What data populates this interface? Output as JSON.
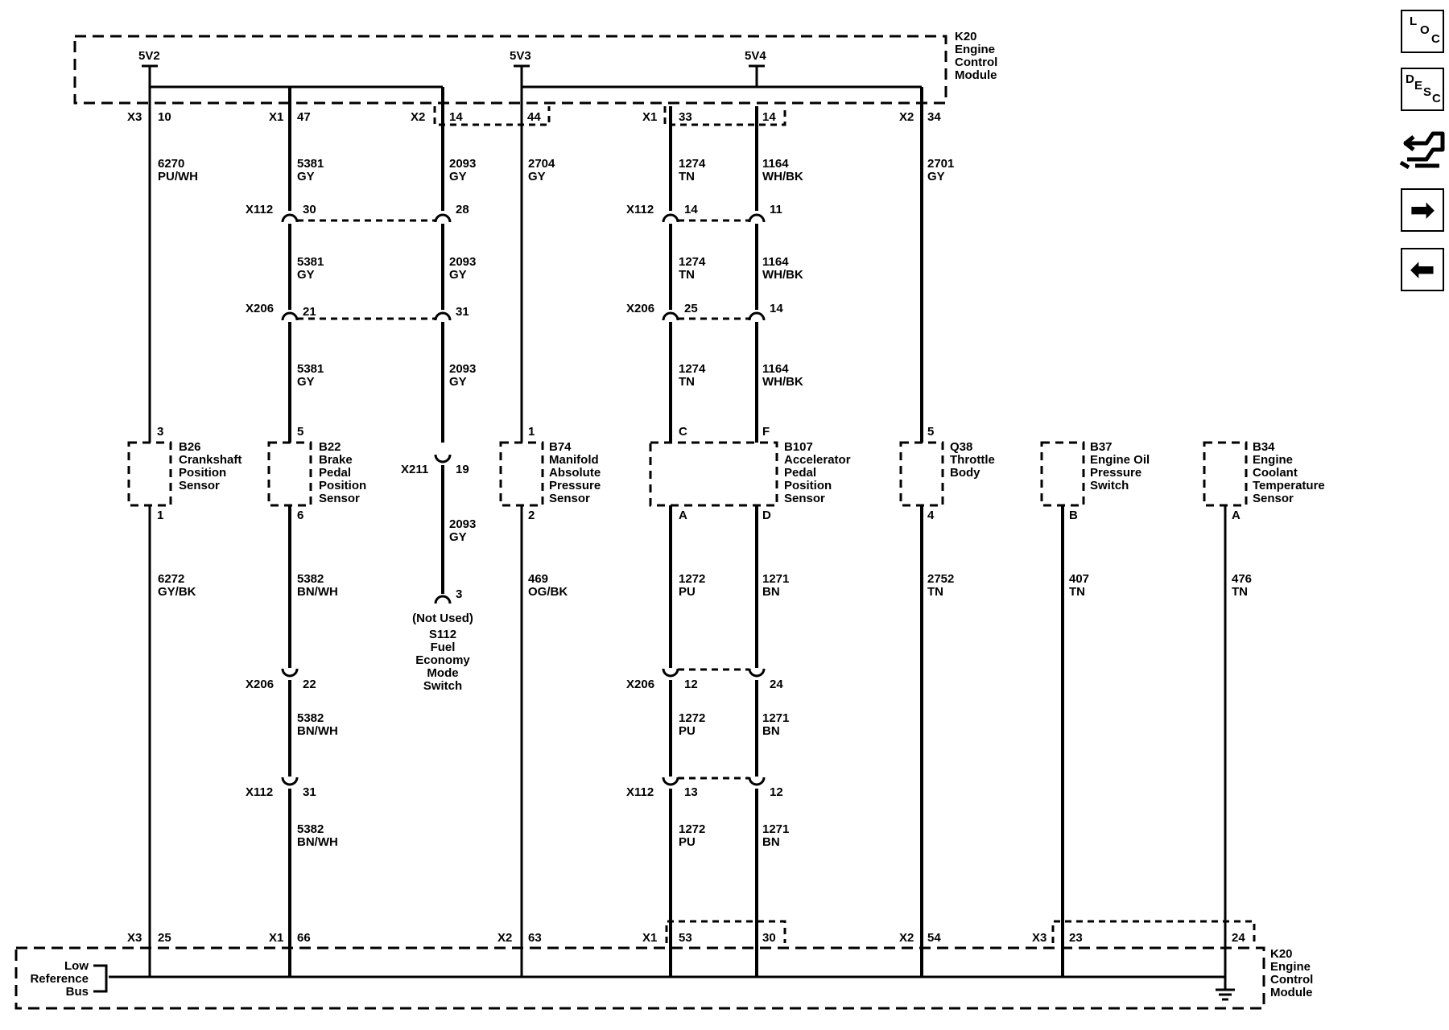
{
  "ecm": {
    "ref": "K20",
    "title": [
      "Engine",
      "Control",
      "Module"
    ]
  },
  "supplies": [
    "5V2",
    "5V3",
    "5V4"
  ],
  "top_connectors": [
    {
      "c": "X3",
      "p": "10"
    },
    {
      "c": "X1",
      "p": "47"
    },
    {
      "c": "X2",
      "p": "14"
    },
    {
      "c": "",
      "p": "44"
    },
    {
      "c": "X1",
      "p": "33"
    },
    {
      "c": "",
      "p": "14"
    },
    {
      "c": "X2",
      "p": "34"
    }
  ],
  "bottom_connectors": [
    {
      "c": "X3",
      "p": "25"
    },
    {
      "c": "X1",
      "p": "66"
    },
    {
      "c": "X2",
      "p": "63"
    },
    {
      "c": "X1",
      "p": "53"
    },
    {
      "c": "",
      "p": "30"
    },
    {
      "c": "X2",
      "p": "54"
    },
    {
      "c": "X3",
      "p": "23"
    },
    {
      "c": "",
      "p": "24"
    }
  ],
  "wires_upper": [
    {
      "n": "6270",
      "c": "PU/WH"
    },
    {
      "n": "5381",
      "c": "GY"
    },
    {
      "n": "2093",
      "c": "GY"
    },
    {
      "n": "2704",
      "c": "GY"
    },
    {
      "n": "1274",
      "c": "TN"
    },
    {
      "n": "1164",
      "c": "WH/BK"
    },
    {
      "n": "2701",
      "c": "GY"
    },
    {
      "n": "5381",
      "c": "GY"
    },
    {
      "n": "2093",
      "c": "GY"
    },
    {
      "n": "1274",
      "c": "TN"
    },
    {
      "n": "1164",
      "c": "WH/BK"
    },
    {
      "n": "5381",
      "c": "GY"
    },
    {
      "n": "2093",
      "c": "GY"
    },
    {
      "n": "1274",
      "c": "TN"
    },
    {
      "n": "1164",
      "c": "WH/BK"
    },
    {
      "n": "2093",
      "c": "GY"
    }
  ],
  "wires_lower": [
    {
      "n": "6272",
      "c": "GY/BK"
    },
    {
      "n": "5382",
      "c": "BN/WH"
    },
    {
      "n": "469",
      "c": "OG/BK"
    },
    {
      "n": "1272",
      "c": "PU"
    },
    {
      "n": "1271",
      "c": "BN"
    },
    {
      "n": "2752",
      "c": "TN"
    },
    {
      "n": "407",
      "c": "TN"
    },
    {
      "n": "476",
      "c": "TN"
    },
    {
      "n": "5382",
      "c": "BN/WH"
    },
    {
      "n": "1272",
      "c": "PU"
    },
    {
      "n": "1271",
      "c": "BN"
    },
    {
      "n": "5382",
      "c": "BN/WH"
    },
    {
      "n": "1272",
      "c": "PU"
    },
    {
      "n": "1271",
      "c": "BN"
    }
  ],
  "inline": [
    {
      "c": "X112",
      "p": "30"
    },
    {
      "c": "",
      "p": "28"
    },
    {
      "c": "X112",
      "p": "14"
    },
    {
      "c": "",
      "p": "11"
    },
    {
      "c": "X206",
      "p": "21"
    },
    {
      "c": "",
      "p": "31"
    },
    {
      "c": "X206",
      "p": "25"
    },
    {
      "c": "",
      "p": "14"
    },
    {
      "c": "X211",
      "p": "19"
    },
    {
      "c": "",
      "p": "3"
    },
    {
      "c": "X206",
      "p": "22"
    },
    {
      "c": "X206",
      "p": "12"
    },
    {
      "c": "",
      "p": "24"
    },
    {
      "c": "X112",
      "p": "31"
    },
    {
      "c": "X112",
      "p": "13"
    },
    {
      "c": "",
      "p": "12"
    }
  ],
  "components": [
    {
      "ref": "B26",
      "name": [
        "Crankshaft",
        "Position",
        "Sensor"
      ],
      "top": "3",
      "bot": "1"
    },
    {
      "ref": "B22",
      "name": [
        "Brake",
        "Pedal",
        "Position",
        "Sensor"
      ],
      "top": "5",
      "bot": "6"
    },
    {
      "ref": "B74",
      "name": [
        "Manifold",
        "Absolute",
        "Pressure",
        "Sensor"
      ],
      "top": "1",
      "bot": "2"
    },
    {
      "ref": "B107",
      "name": [
        "Accelerator",
        "Pedal",
        "Position",
        "Sensor"
      ],
      "top": "C",
      "top2": "F",
      "bot": "A",
      "bot2": "D"
    },
    {
      "ref": "Q38",
      "name": [
        "Throttle",
        "Body"
      ],
      "top": "5",
      "bot": "4"
    },
    {
      "ref": "B37",
      "name": [
        "Engine Oil",
        "Pressure",
        "Switch"
      ],
      "bot": "B"
    },
    {
      "ref": "B34",
      "name": [
        "Engine",
        "Coolant",
        "Temperature",
        "Sensor"
      ],
      "bot": "A"
    }
  ],
  "switch": {
    "note": "(Not Used)",
    "name": [
      "S112",
      "Fuel",
      "Economy",
      "Mode",
      "Switch"
    ]
  },
  "ground_bus": [
    "Low",
    "Reference",
    "Bus"
  ],
  "nav": {
    "loc": [
      "L",
      "O",
      "C"
    ],
    "desc": [
      "D",
      "E",
      "S",
      "C"
    ],
    "forward_glyph": "➡",
    "back_glyph": "⬅"
  }
}
